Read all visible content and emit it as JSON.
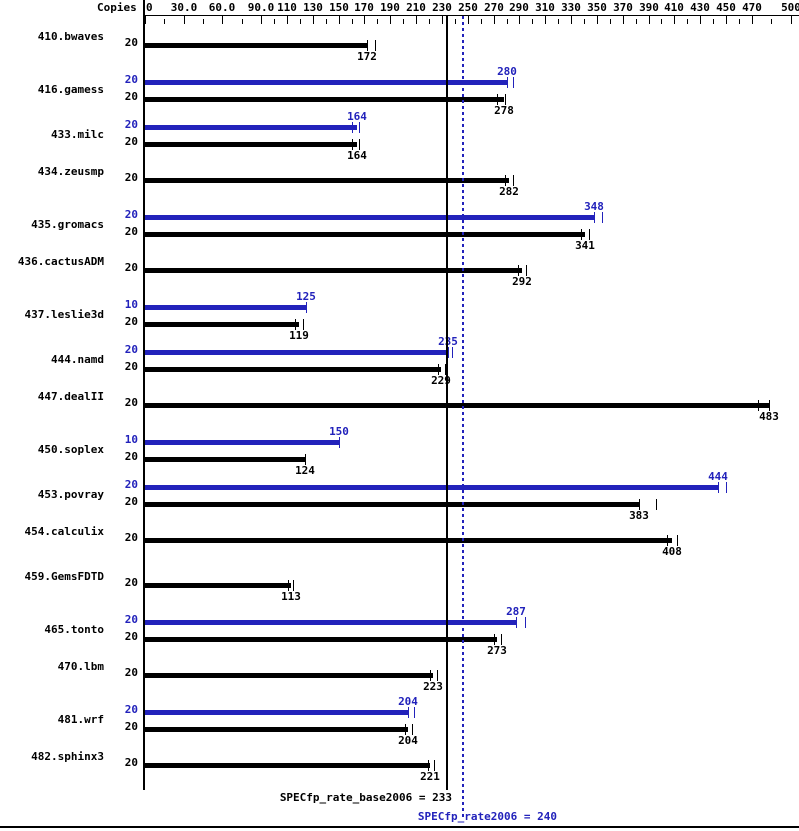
{
  "header": {
    "copies_label": "Copies"
  },
  "axis": {
    "min": 0,
    "max": 505,
    "labels": [
      "0",
      "30.0",
      "60.0",
      "90.0",
      "110",
      "130",
      "150",
      "170",
      "190",
      "210",
      "230",
      "250",
      "270",
      "290",
      "310",
      "330",
      "350",
      "370",
      "390",
      "410",
      "430",
      "450",
      "470",
      "500"
    ],
    "label_values": [
      0,
      30,
      60,
      90,
      110,
      130,
      150,
      170,
      190,
      210,
      230,
      250,
      270,
      290,
      310,
      330,
      350,
      370,
      390,
      410,
      430,
      450,
      470,
      500
    ],
    "major_ticks": [
      0,
      30,
      60,
      90,
      110,
      130,
      150,
      170,
      190,
      210,
      230,
      250,
      270,
      290,
      310,
      330,
      350,
      370,
      390,
      410,
      430,
      450,
      470,
      500
    ],
    "minor_ticks": [
      15,
      45,
      75,
      100,
      120,
      140,
      160,
      180,
      200,
      220,
      240,
      260,
      280,
      300,
      320,
      340,
      360,
      380,
      400,
      420,
      440,
      460,
      485
    ]
  },
  "reference_lines": {
    "base_value": 233,
    "peak_value": 240,
    "base_color": "#000000",
    "peak_color": "#2222bb"
  },
  "footer": {
    "base_text": "SPECfp_rate_base2006 = 233",
    "peak_text": "SPECfp_rate2006 = 240"
  },
  "chart_data": {
    "type": "bar",
    "title": "",
    "xlabel": "",
    "ylabel": "",
    "xlim": [
      0,
      505
    ],
    "grid": false,
    "legend_position": "bottom",
    "categories": [
      "410.bwaves",
      "416.gamess",
      "433.milc",
      "434.zeusmp",
      "435.gromacs",
      "436.cactusADM",
      "437.leslie3d",
      "444.namd",
      "447.dealII",
      "450.soplex",
      "453.povray",
      "454.calculix",
      "459.GemsFDTD",
      "465.tonto",
      "470.lbm",
      "481.wrf",
      "482.sphinx3"
    ],
    "series": [
      {
        "name": "SPECfp_rate2006 (peak)",
        "color": "#2222bb",
        "values": [
          null,
          280,
          164,
          null,
          348,
          null,
          125,
          235,
          null,
          150,
          444,
          null,
          null,
          287,
          null,
          204,
          null
        ]
      },
      {
        "name": "SPECfp_rate_base2006 (base)",
        "color": "#000000",
        "values": [
          172,
          278,
          164,
          282,
          341,
          292,
          119,
          229,
          483,
          124,
          383,
          408,
          113,
          273,
          223,
          204,
          221
        ]
      }
    ],
    "rows": [
      {
        "name": "410.bwaves",
        "peak": null,
        "base": {
          "copies": "20",
          "value": 172,
          "label": "172",
          "w1": 172,
          "w2": 178
        }
      },
      {
        "name": "416.gamess",
        "peak": {
          "copies": "20",
          "value": 280,
          "label": "280",
          "w1": 280,
          "w2": 285
        },
        "base": {
          "copies": "20",
          "value": 278,
          "label": "278",
          "w1": 273,
          "w2": 279
        }
      },
      {
        "name": "433.milc",
        "peak": {
          "copies": "20",
          "value": 164,
          "label": "164",
          "w1": 160,
          "w2": 166
        },
        "base": {
          "copies": "20",
          "value": 164,
          "label": "164",
          "w1": 160,
          "w2": 166
        }
      },
      {
        "name": "434.zeusmp",
        "peak": null,
        "base": {
          "copies": "20",
          "value": 282,
          "label": "282",
          "w1": 279,
          "w2": 285
        }
      },
      {
        "name": "435.gromacs",
        "peak": {
          "copies": "20",
          "value": 348,
          "label": "348",
          "w1": 348,
          "w2": 354
        },
        "base": {
          "copies": "20",
          "value": 341,
          "label": "341",
          "w1": 338,
          "w2": 344
        }
      },
      {
        "name": "436.cactusADM",
        "peak": null,
        "base": {
          "copies": "20",
          "value": 292,
          "label": "292",
          "w1": 289,
          "w2": 295
        }
      },
      {
        "name": "437.leslie3d",
        "peak": {
          "copies": "10",
          "value": 125,
          "label": "125",
          "w1": 125,
          "w2": 125
        },
        "base": {
          "copies": "20",
          "value": 119,
          "label": "119",
          "w1": 116,
          "w2": 122
        }
      },
      {
        "name": "444.namd",
        "peak": {
          "copies": "20",
          "value": 235,
          "label": "235",
          "w1": 235,
          "w2": 238
        },
        "base": {
          "copies": "20",
          "value": 229,
          "label": "229",
          "w1": 227,
          "w2": 232
        }
      },
      {
        "name": "447.dealII",
        "peak": null,
        "base": {
          "copies": "20",
          "value": 483,
          "label": "483",
          "w1": 475,
          "w2": 483
        }
      },
      {
        "name": "450.soplex",
        "peak": {
          "copies": "10",
          "value": 150,
          "label": "150",
          "w1": 150,
          "w2": 150
        },
        "base": {
          "copies": "20",
          "value": 124,
          "label": "124",
          "w1": 124,
          "w2": 124
        }
      },
      {
        "name": "453.povray",
        "peak": {
          "copies": "20",
          "value": 444,
          "label": "444",
          "w1": 444,
          "w2": 450
        },
        "base": {
          "copies": "20",
          "value": 383,
          "label": "383",
          "w1": 383,
          "w2": 396
        }
      },
      {
        "name": "454.calculix",
        "peak": null,
        "base": {
          "copies": "20",
          "value": 408,
          "label": "408",
          "w1": 404,
          "w2": 412
        }
      },
      {
        "name": "459.GemsFDTD",
        "peak": null,
        "base": {
          "copies": "20",
          "value": 113,
          "label": "113",
          "w1": 111,
          "w2": 115
        }
      },
      {
        "name": "465.tonto",
        "peak": {
          "copies": "20",
          "value": 287,
          "label": "287",
          "w1": 287,
          "w2": 294
        },
        "base": {
          "copies": "20",
          "value": 273,
          "label": "273",
          "w1": 270,
          "w2": 276
        }
      },
      {
        "name": "470.lbm",
        "peak": null,
        "base": {
          "copies": "20",
          "value": 223,
          "label": "223",
          "w1": 221,
          "w2": 226
        }
      },
      {
        "name": "481.wrf",
        "peak": {
          "copies": "20",
          "value": 204,
          "label": "204",
          "w1": 204,
          "w2": 208
        },
        "base": {
          "copies": "20",
          "value": 204,
          "label": "204",
          "w1": 201,
          "w2": 207
        }
      },
      {
        "name": "482.sphinx3",
        "peak": null,
        "base": {
          "copies": "20",
          "value": 221,
          "label": "221",
          "w1": 219,
          "w2": 224
        }
      }
    ]
  }
}
